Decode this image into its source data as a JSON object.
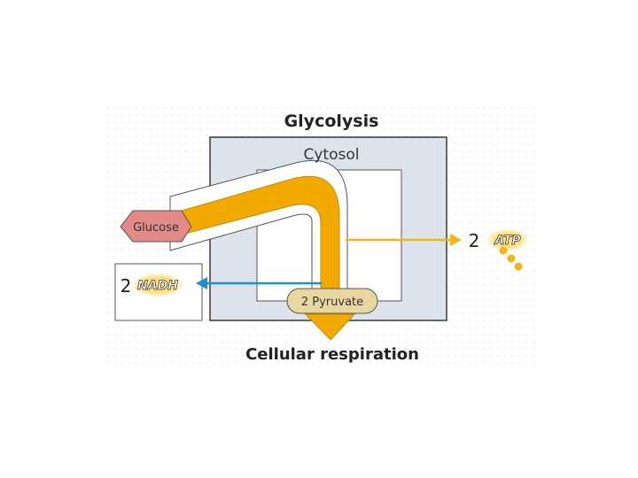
{
  "diagram": {
    "title": "Glycolysis",
    "compartment": "Cytosol",
    "input": "Glucose",
    "product": "2 Pyruvate",
    "output_label": "Cellular respiration",
    "atp": {
      "count": "2",
      "name": "ATP"
    },
    "nadh": {
      "count": "2",
      "name": "NADH"
    },
    "colors": {
      "main_arrow": "#f2a900",
      "main_arrow_edge": "#c98a00",
      "glucose": "#e38a86",
      "pyruvate": "#e8d8a0",
      "nadh_arrow": "#1f8fd0",
      "atp_arrow": "#f2b31c",
      "cytosol_fill": "#dde3ea",
      "cytosol_edge": "#3a3a3a"
    }
  }
}
